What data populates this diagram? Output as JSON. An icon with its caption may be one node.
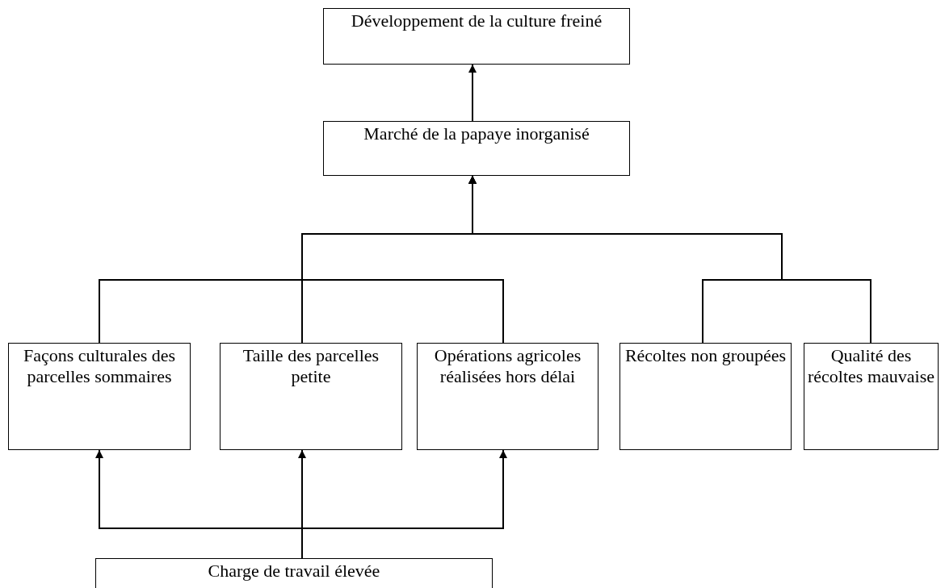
{
  "diagram": {
    "nodes": [
      {
        "text": [
          "Développement de la culture freiné"
        ]
      },
      {
        "text": [
          "Marché de la papaye inorganisé"
        ]
      },
      {
        "text": [
          "Façons culturales des parcelles sommaires"
        ]
      },
      {
        "text": [
          "Taille des parcelles petite"
        ]
      },
      {
        "text": [
          "Opérations agricoles réalisées hors délai"
        ]
      },
      {
        "text": [
          "Récoltes non groupées"
        ]
      },
      {
        "text": [
          "Qualité des récoltes mauvaise"
        ]
      },
      {
        "text": [
          "Charge de travail élevée"
        ]
      }
    ],
    "edges": [
      {
        "from": 1,
        "to": 0,
        "arrow": "to"
      },
      {
        "from": 2,
        "to": 1,
        "arrow": "to"
      },
      {
        "from": 3,
        "to": 1,
        "arrow": "to"
      },
      {
        "from": 4,
        "to": 1,
        "arrow": "to"
      },
      {
        "from": 5,
        "to": 1,
        "arrow": "to"
      },
      {
        "from": 6,
        "to": 1,
        "arrow": "to"
      },
      {
        "from": 7,
        "to": 2,
        "arrow": "to"
      },
      {
        "from": 7,
        "to": 3,
        "arrow": "to"
      },
      {
        "from": 7,
        "to": 4,
        "arrow": "to"
      }
    ]
  }
}
